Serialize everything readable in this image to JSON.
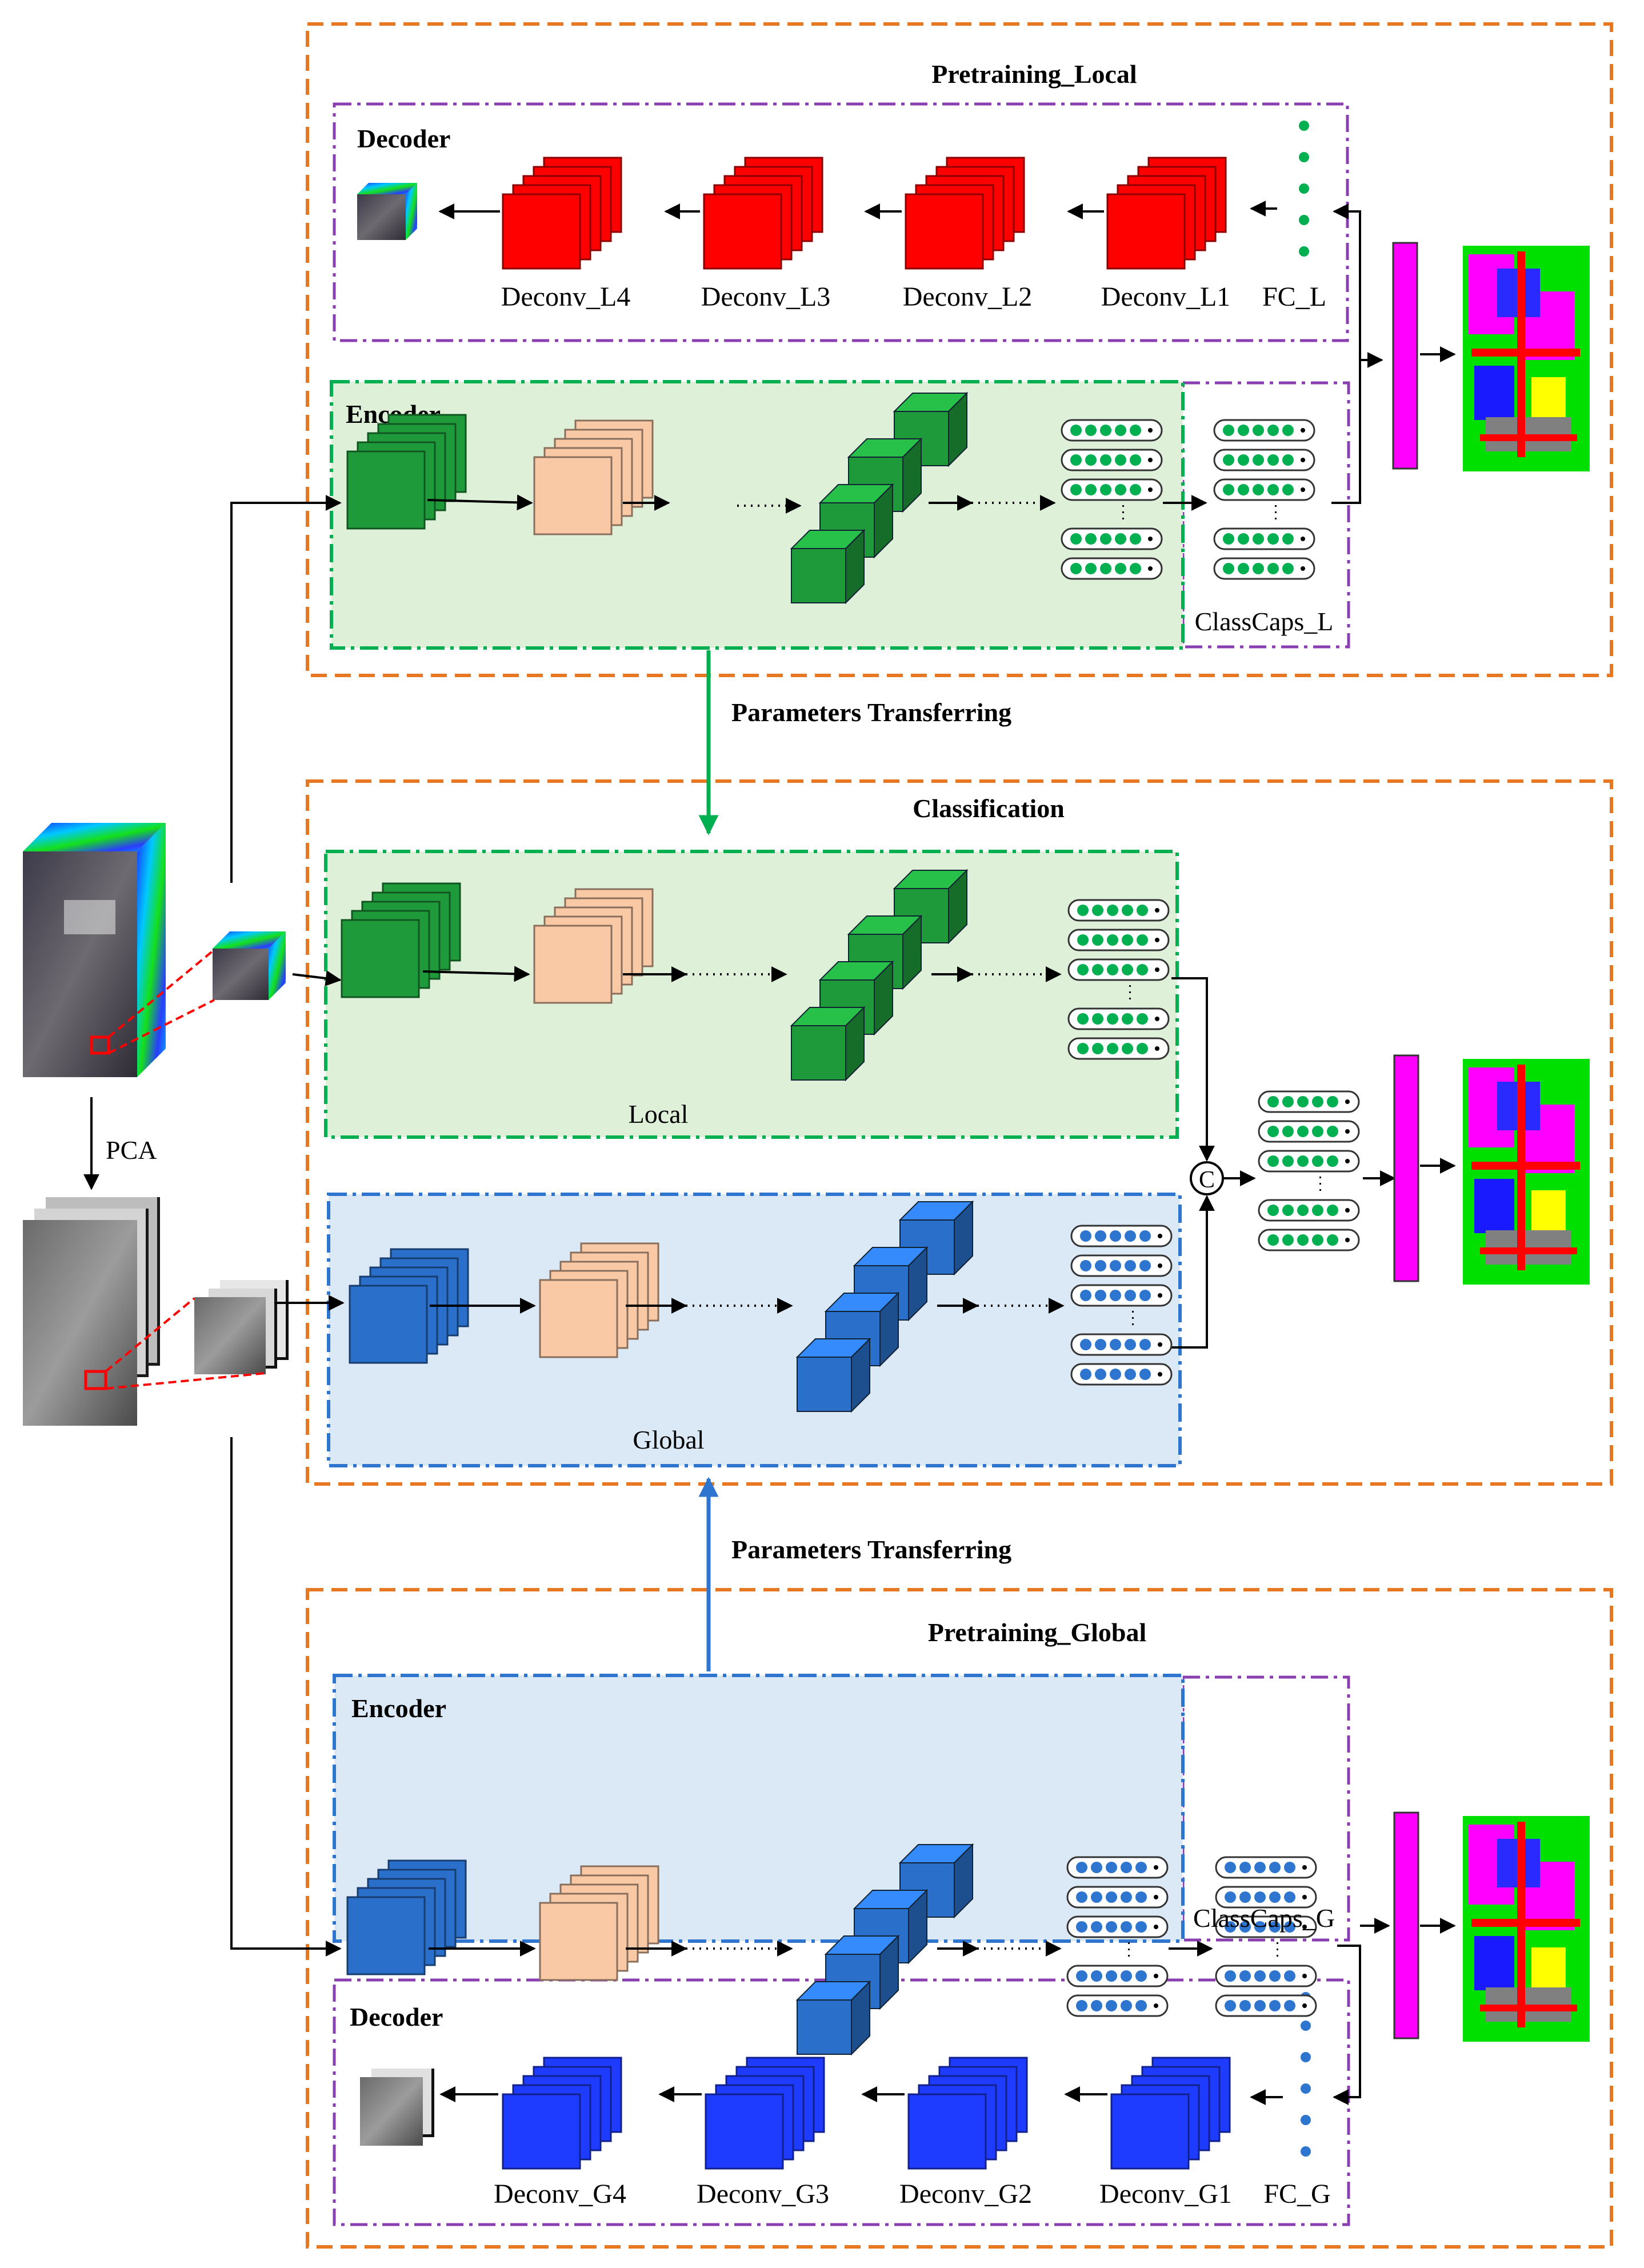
{
  "sections": {
    "pretraining_local": {
      "title": "Pretraining_Local"
    },
    "classification": {
      "title": "Classification"
    },
    "pretraining_global": {
      "title": "Pretraining_Global"
    }
  },
  "local_decoder": {
    "label": "Decoder",
    "stages": [
      "Deconv_L4",
      "Deconv_L3",
      "Deconv_L2",
      "Deconv_L1"
    ],
    "fc": "FC_L"
  },
  "local_encoder": {
    "label": "Encoder",
    "classcaps": "ClassCaps_L"
  },
  "transfer": {
    "top": "Parameters Transferring",
    "bottom": "Parameters Transferring"
  },
  "classification": {
    "local": "Local",
    "global": "Global",
    "concat_symbol": "C"
  },
  "pca": {
    "label": "PCA"
  },
  "global_encoder": {
    "label": "Encoder",
    "classcaps": "ClassCaps_G"
  },
  "global_decoder": {
    "label": "Decoder",
    "stages": [
      "Deconv_G4",
      "Deconv_G3",
      "Deconv_G2",
      "Deconv_G1"
    ],
    "fc": "FC_G"
  },
  "colors": {
    "section_border": "#e87722",
    "decoder_border": "#8a3fb0",
    "local_fill": "#dff0d8",
    "local_border": "#00b050",
    "global_fill": "#dbe8f5",
    "global_border": "#2e75d0",
    "red_block": "#ff0000",
    "green_block": "#1f9a3a",
    "blue_block": "#2a6fc9",
    "deep_blue_block": "#1e3cff",
    "peach_block": "#f9c9a6",
    "magenta_bar": "#ff00ff"
  }
}
